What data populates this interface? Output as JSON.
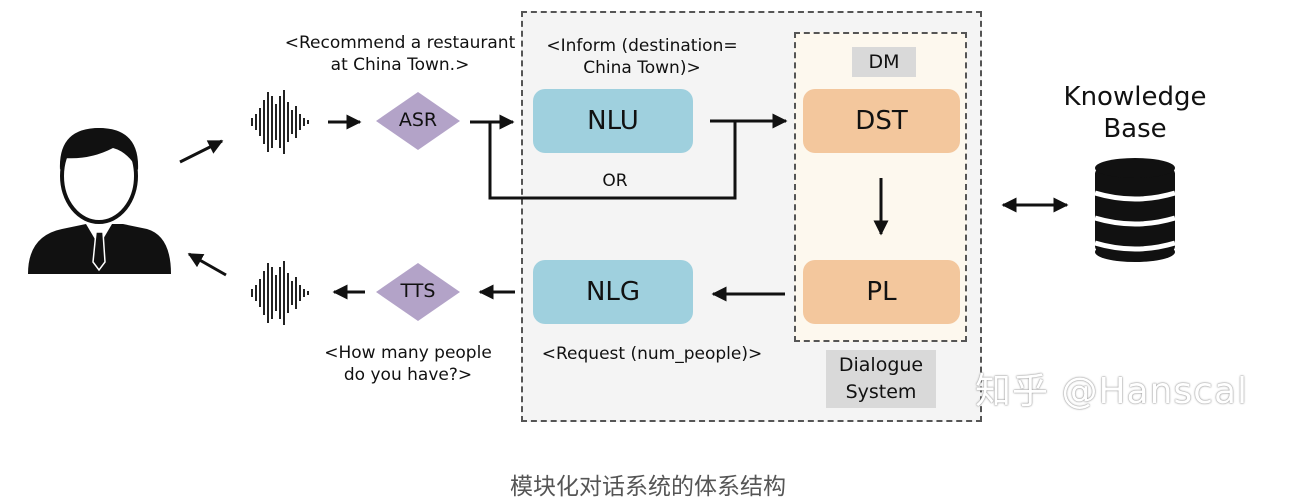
{
  "modules": {
    "nlu": "NLU",
    "dst": "DST",
    "nlg": "NLG",
    "pl": "PL",
    "asr": "ASR",
    "tts": "TTS"
  },
  "labels": {
    "dm": "DM",
    "dialogue_system": "Dialogue\nSystem",
    "or": "OR",
    "knowledge_base": "Knowledge\nBase"
  },
  "utterances": {
    "user_input": "<Recommend a restaurant\nat China Town.>",
    "inform_act": "<Inform (destination=\nChina Town)>",
    "request_act": "<Request (num_people)>",
    "system_output": "<How many people\ndo you have?>"
  },
  "caption": "模块化对话系统的体系结构",
  "watermark": "知乎 @Hanscal",
  "colors": {
    "nlu_nlg_fill": "#9fd0de",
    "dst_pl_fill": "#f3c79d",
    "asr_tts_fill": "#b3a3c8",
    "tag_fill": "#d9d9d9"
  },
  "icons": [
    "user-icon",
    "waveform-icon",
    "database-icon"
  ]
}
